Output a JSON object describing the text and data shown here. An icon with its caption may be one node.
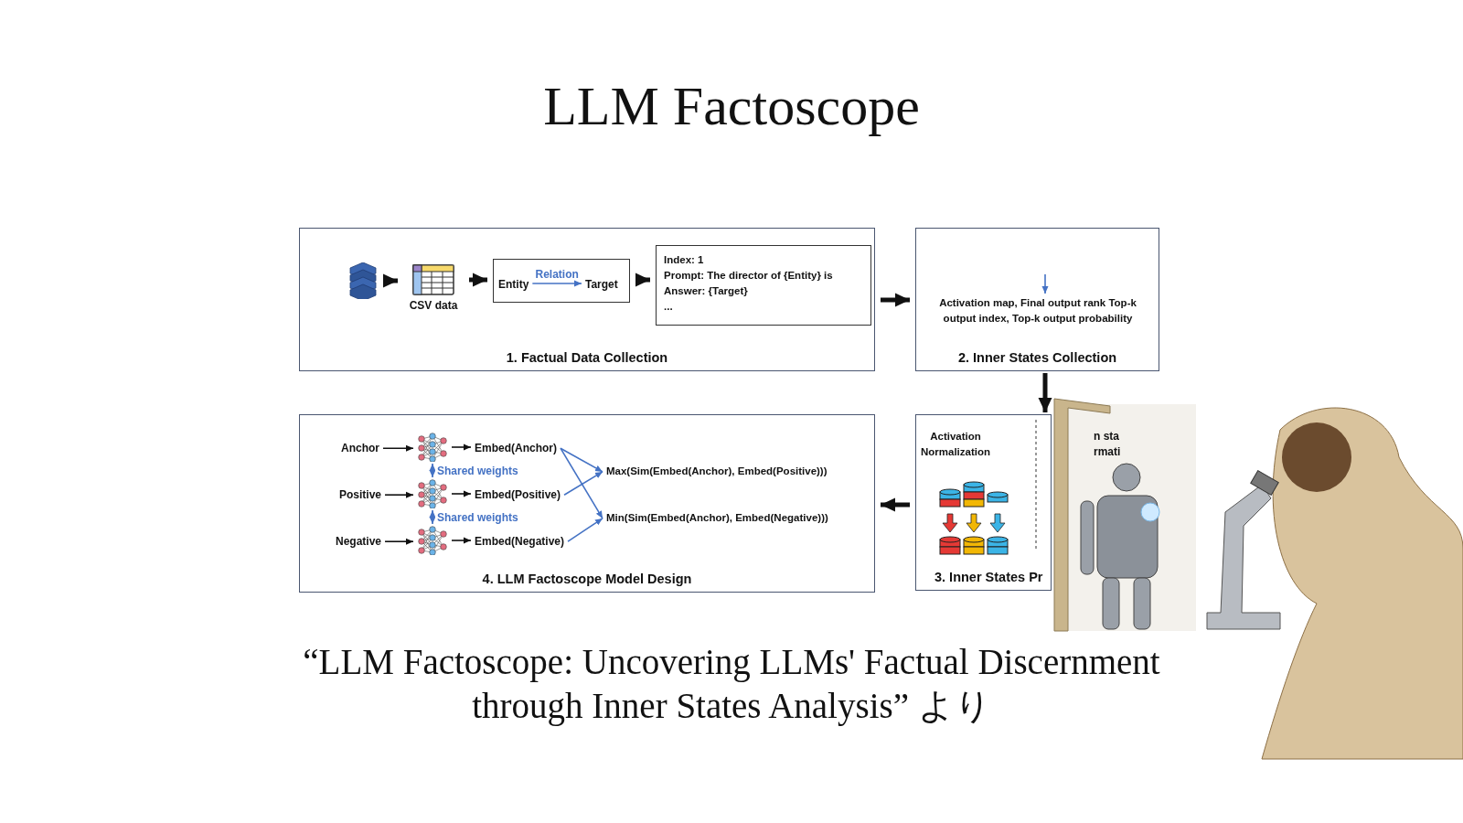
{
  "diagram": {
    "title": "LLM Factoscope",
    "caption": "“LLM Factoscope: Uncovering LLMs' Factual Discernment through Inner States Analysis” より",
    "nodes": [
      {
        "text": [
          "1. Factual Data Collection"
        ]
      },
      {
        "text": [],
        "shape": "cylinder",
        "in": 0
      },
      {
        "text": [
          "CSV data"
        ],
        "in": 0
      },
      {
        "text": [],
        "shape": "box",
        "in": 0
      },
      {
        "text": [
          "Entity"
        ],
        "in": 3
      },
      {
        "text": [
          "Target"
        ],
        "in": 3
      },
      {
        "text": [
          "Index: 1",
          "Prompt: The director of {Entity} is",
          "Answer: {Target}",
          "..."
        ],
        "in": 0
      },
      {
        "text": [
          "2. Inner States Collection"
        ]
      },
      {
        "text": [
          "Activation map, Final output rank Top-k output index, Top-k output probability"
        ],
        "in": 7
      },
      {
        "text": [
          "3. Inner States Pr"
        ]
      },
      {
        "text": [
          "Activation Normalization"
        ],
        "in": 9
      },
      {
        "text": [
          "4. LLM Factoscope Model Design"
        ]
      },
      {
        "text": [
          "Anchor"
        ],
        "in": 11
      },
      {
        "text": [],
        "shape": "picture",
        "in": 11
      },
      {
        "text": [
          "Embed(Anchor)"
        ],
        "in": 11
      },
      {
        "text": [
          "Positive"
        ],
        "in": 11
      },
      {
        "text": [],
        "shape": "picture",
        "in": 11
      },
      {
        "text": [
          "Embed(Positive)"
        ],
        "in": 11
      },
      {
        "text": [
          "Negative"
        ],
        "in": 11
      },
      {
        "text": [],
        "shape": "picture",
        "in": 11
      },
      {
        "text": [
          "Embed(Negative)"
        ],
        "in": 11
      },
      {
        "text": [
          "Max(Sim(Embed(Anchor), Embed(Positive)))"
        ],
        "in": 11
      },
      {
        "text": [
          "Min(Sim(Embed(Anchor), Embed(Negative)))"
        ],
        "in": 11
      }
    ],
    "edges": [
      {
        "from": 1,
        "to": 2,
        "arrow": "to",
        "style": "thick"
      },
      {
        "from": 2,
        "to": 3,
        "arrow": "to",
        "style": "thick"
      },
      {
        "from": 4,
        "to": 5,
        "arrow": "to",
        "label": "Relation",
        "color": "#4472c4"
      },
      {
        "from": 3,
        "to": 6,
        "arrow": "to",
        "style": "thick"
      },
      {
        "from": 0,
        "to": 7,
        "arrow": "to",
        "style": "thick"
      },
      {
        "from": null,
        "to": 8,
        "arrow": "to",
        "color": "#4472c4"
      },
      {
        "from": 7,
        "to": 9,
        "arrow": "to",
        "style": "thick"
      },
      {
        "from": 9,
        "to": 11,
        "arrow": "to",
        "style": "thick"
      },
      {
        "from": 12,
        "to": 13,
        "arrow": "to"
      },
      {
        "from": 13,
        "to": 14,
        "arrow": "to"
      },
      {
        "from": 15,
        "to": 16,
        "arrow": "to"
      },
      {
        "from": 16,
        "to": 17,
        "arrow": "to"
      },
      {
        "from": 18,
        "to": 19,
        "arrow": "to"
      },
      {
        "from": 19,
        "to": 20,
        "arrow": "to"
      },
      {
        "from": 13,
        "to": 16,
        "arrow": "both",
        "label": "Shared weights",
        "color": "#4472c4"
      },
      {
        "from": 16,
        "to": 19,
        "arrow": "both",
        "label": "Shared weights",
        "color": "#4472c4"
      },
      {
        "from": 14,
        "to": 21,
        "arrow": "to",
        "color": "#4472c4"
      },
      {
        "from": 14,
        "to": 22,
        "arrow": "to",
        "color": "#4472c4"
      },
      {
        "from": 17,
        "to": 21,
        "arrow": "to",
        "color": "#4472c4"
      },
      {
        "from": 20,
        "to": 22,
        "arrow": "to",
        "color": "#4472c4"
      }
    ],
    "labels": [
      "n sta",
      "rmati"
    ]
  }
}
